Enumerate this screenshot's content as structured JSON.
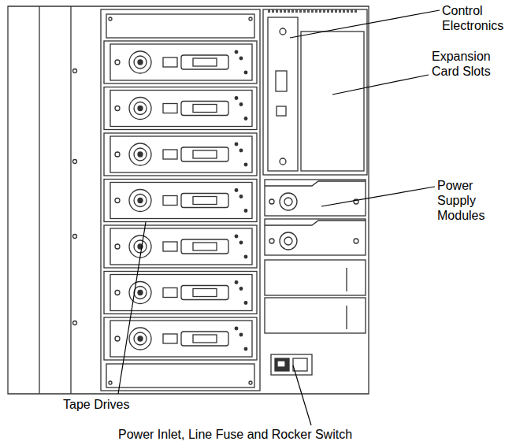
{
  "diagram": {
    "labels": [
      "Control Electronics",
      "Expansion Card Slots",
      "Power Supply Modules",
      "Tape Drives",
      "Power Inlet, Line Fuse and Rocker Switch"
    ]
  }
}
